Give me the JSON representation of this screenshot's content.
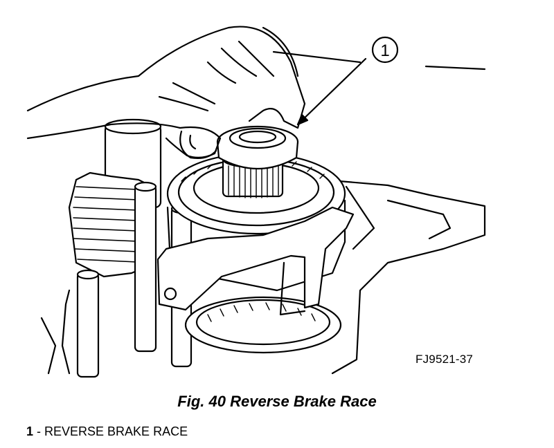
{
  "callout": {
    "number": "1"
  },
  "figure_code": "FJ9521-37",
  "caption": "Fig. 40 Reverse Brake Race",
  "legend": [
    {
      "number": "1",
      "separator": " - ",
      "text": "REVERSE BRAKE RACE"
    }
  ]
}
